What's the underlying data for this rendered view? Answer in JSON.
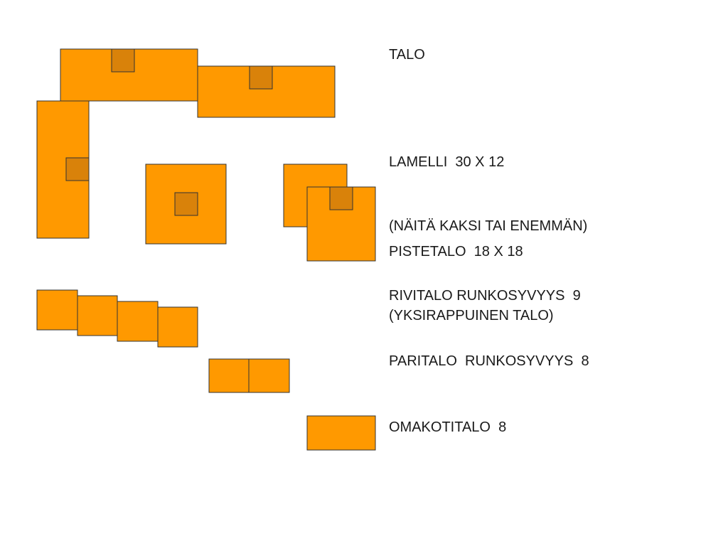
{
  "colors": {
    "building_fill": "#FF9900",
    "stairwell_fill": "#D9820A",
    "outline": "#333333",
    "text": "#1a1a1a"
  },
  "labels": {
    "talo": "TALO",
    "lamelli_line1": "LAMELLI  30 X 12",
    "lamelli_line2": "(NÄITÄ KAKSI TAI ENEMMÄN)",
    "pistetalo_line1": "PISTETALO  18 X 18",
    "pistetalo_line2": "(YKSIRAPPUINEN TALO)",
    "rivitalo": "RIVITALO RUNKOSYVYYS  9",
    "paritalo": "PARITALO  RUNKOSYVYYS  8",
    "omakotitalo": "OMAKOTITALO  8"
  }
}
